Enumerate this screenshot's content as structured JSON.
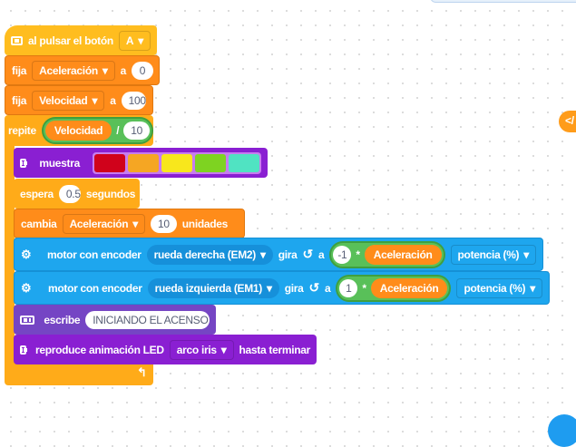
{
  "hat": {
    "label": "al pulsar el botón",
    "button": "A"
  },
  "set1": {
    "label": "fija",
    "variable": "Aceleración",
    "to": "a",
    "value": "0"
  },
  "set2": {
    "label": "fija",
    "variable": "Velocidad",
    "to": "a",
    "value": "100"
  },
  "repeat": {
    "label": "repite",
    "variable": "Velocidad",
    "op": "/",
    "value": "10"
  },
  "show": {
    "label": "muestra",
    "colors": [
      "#d0021b",
      "#f5a623",
      "#f8e71c",
      "#7ed321",
      "#50e3c2"
    ]
  },
  "wait": {
    "label": "espera",
    "value": "0.5",
    "unit": "segundos"
  },
  "change": {
    "label": "cambia",
    "variable": "Aceleración",
    "value": "10",
    "unit": "unidades"
  },
  "motor1": {
    "label": "motor con encoder",
    "motor": "rueda derecha (EM2)",
    "turn": "gira",
    "to": "a",
    "factor": "-1",
    "op": "*",
    "variable": "Aceleración",
    "mode": "potencia (%)"
  },
  "motor2": {
    "label": "motor con encoder",
    "motor": "rueda izquierda (EM1)",
    "turn": "gira",
    "to": "a",
    "factor": "1",
    "op": "*",
    "variable": "Aceleración",
    "mode": "potencia (%)"
  },
  "print": {
    "label": "escribe",
    "text": "INICIANDO EL ACENSO"
  },
  "anim": {
    "label": "reproduce animación LED",
    "animation": "arco iris",
    "until": "hasta terminar"
  },
  "side": {
    "code_button": "</"
  }
}
